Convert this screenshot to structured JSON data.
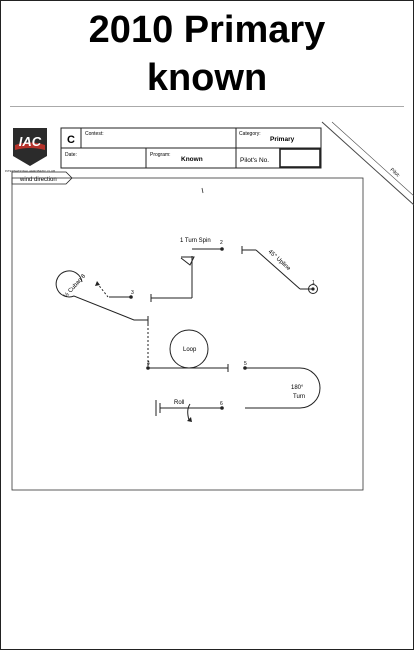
{
  "page": {
    "title_line1": "2010 Primary",
    "title_line2": "known"
  },
  "logo": {
    "text": "IAC",
    "subtext": "INTERNATIONAL AEROBATIC CLUB"
  },
  "form": {
    "category_letter": "C",
    "contest_label": "Contest:",
    "category_label": "Category:",
    "category_value": "Primary",
    "date_label": "Date:",
    "program_label": "Program:",
    "program_value": "Known",
    "pilots_no_label": "Pilot's No.",
    "pilot_label": "Pilot:"
  },
  "diagram": {
    "wind_direction_label": "wind direction",
    "figures": [
      {
        "number": "1",
        "label": "45° Upline"
      },
      {
        "number": "2",
        "label": "1 Turn Spin"
      },
      {
        "number": "3",
        "label": "½ Cuban 8"
      },
      {
        "number": "4",
        "label": "Loop"
      },
      {
        "number": "5",
        "label": "180°"
      },
      {
        "number": "5",
        "label": "Turn"
      },
      {
        "number": "6",
        "label": "Roll"
      }
    ]
  },
  "colors": {
    "logo_red": "#b5332b",
    "logo_dark": "#2b2b2b"
  }
}
